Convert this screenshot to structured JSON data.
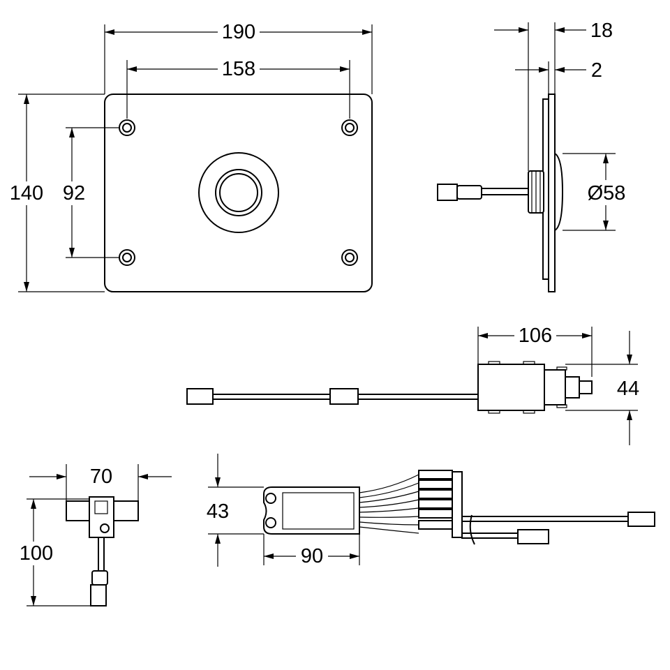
{
  "drawing": {
    "front_view": {
      "width": "190",
      "hole_spacing_x": "158",
      "height": "140",
      "hole_spacing_y": "92"
    },
    "side_view": {
      "depth": "18",
      "plate_thickness": "2",
      "diameter": "Ø58"
    },
    "control_box": {
      "length": "106",
      "height": "44"
    },
    "t_connector": {
      "width": "70",
      "height": "100"
    },
    "distributor": {
      "height": "43",
      "length": "90"
    }
  }
}
